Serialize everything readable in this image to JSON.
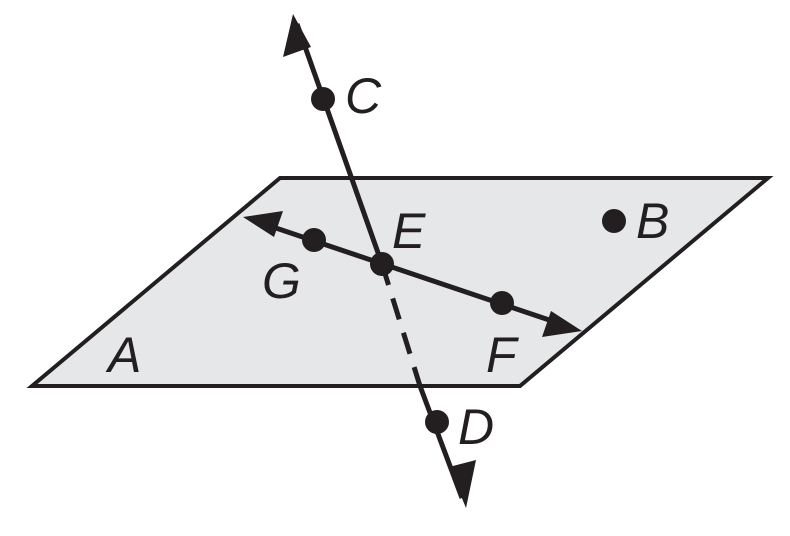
{
  "diagram": {
    "plane": {
      "label": "A",
      "fill": "#e6e7e8",
      "stroke": "#231f20"
    },
    "points": {
      "B": "B",
      "C": "C",
      "D": "D",
      "E": "E",
      "F": "F",
      "G": "G"
    },
    "line_color": "#231f20"
  }
}
